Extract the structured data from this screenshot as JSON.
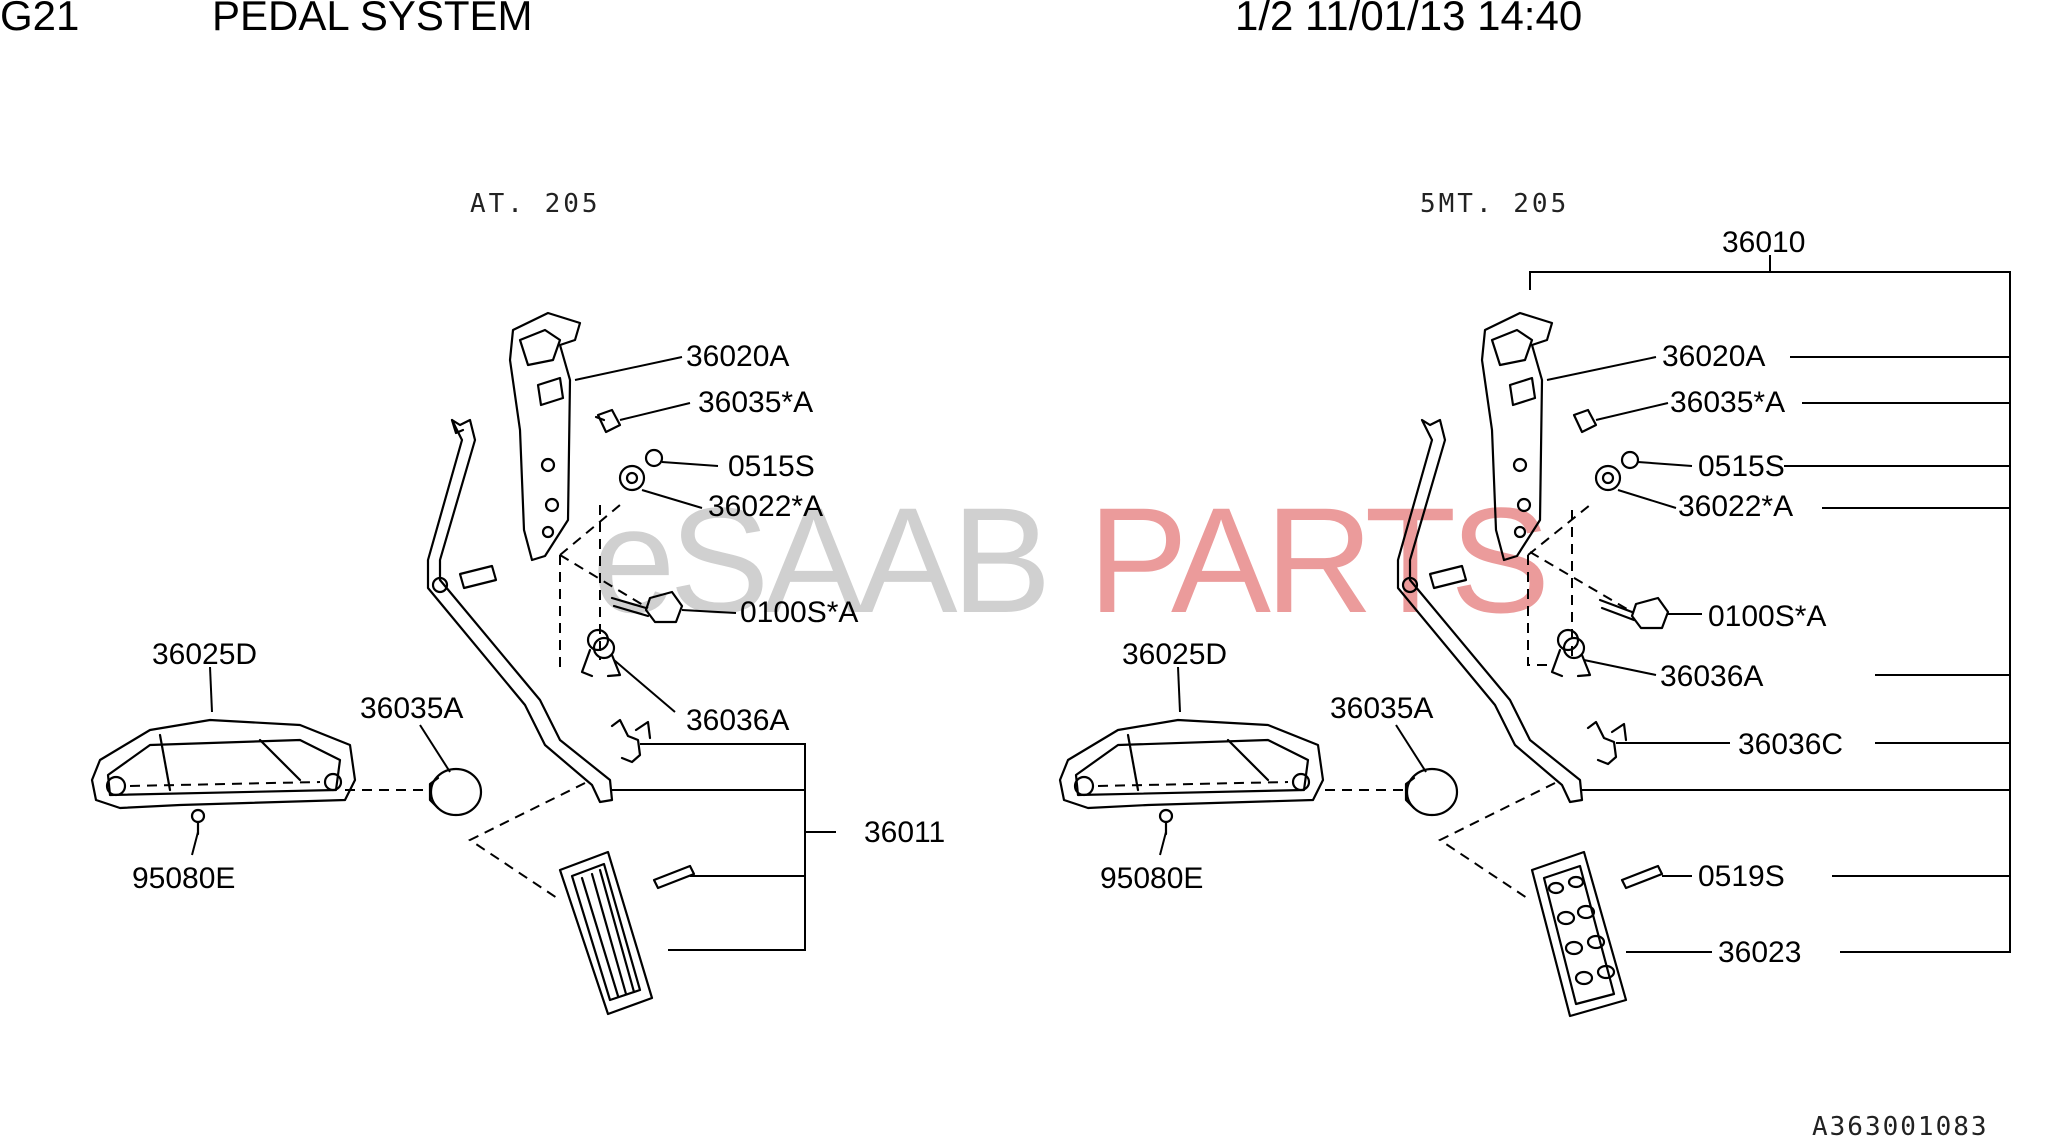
{
  "header": {
    "code": "G21",
    "title": "PEDAL SYSTEM",
    "page_info": "1/2 11/01/13 14:40"
  },
  "watermark": {
    "part1": "eSAAB",
    "part2": "PARTS",
    "color1": "#c8c8c8",
    "color2": "#e88a8a"
  },
  "reference": "A363001083",
  "left_variant": {
    "heading": "AT. 205",
    "labels": {
      "p36020A": "36020A",
      "p36035sA": "36035*A",
      "p0515S": "0515S",
      "p36022sA": "36022*A",
      "p0100sA": "0100S*A",
      "p36036A": "36036A",
      "p36025D": "36025D",
      "p36035A": "36035A",
      "p95080E": "95080E",
      "p36011": "36011"
    }
  },
  "right_variant": {
    "heading": "5MT. 205",
    "labels": {
      "p36010": "36010",
      "p36020A": "36020A",
      "p36035sA": "36035*A",
      "p0515S": "0515S",
      "p36022sA": "36022*A",
      "p0100sA": "0100S*A",
      "p36036A": "36036A",
      "p36036C": "36036C",
      "p36025D": "36025D",
      "p36035A": "36035A",
      "p95080E": "95080E",
      "p0519S": "0519S",
      "p36023": "36023"
    }
  }
}
